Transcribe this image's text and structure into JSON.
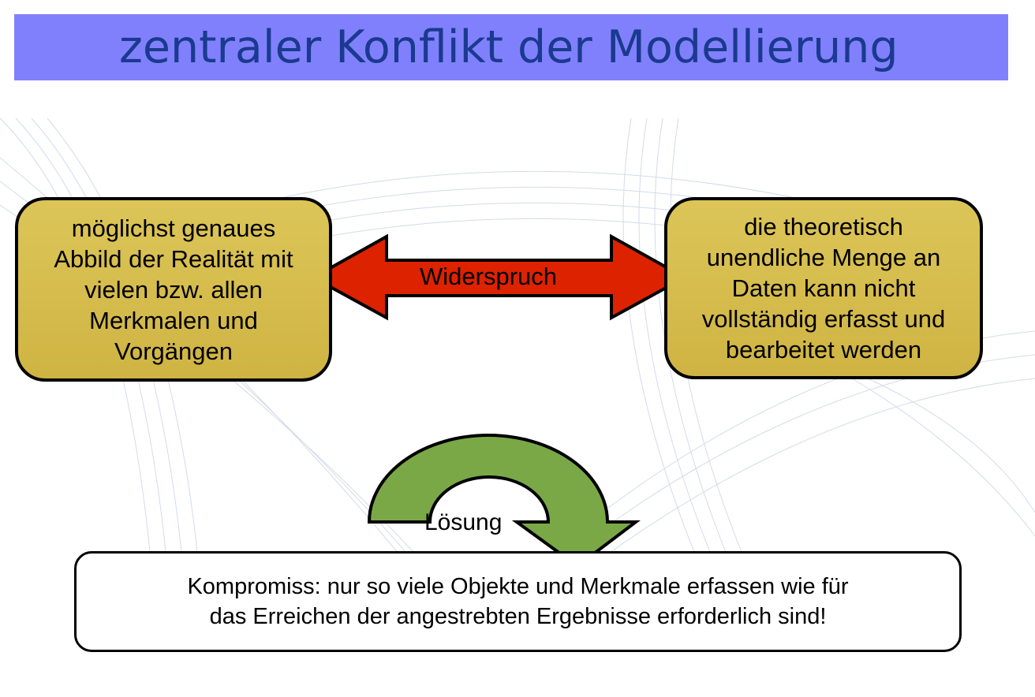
{
  "title": "zentraler Konflikt der Modellierung",
  "left_box": {
    "lines": [
      "möglichst genaues",
      "Abbild der Realität mit",
      "vielen bzw. allen",
      "Merkmalen und",
      "Vorgängen"
    ]
  },
  "right_box": {
    "lines": [
      "die theoretisch",
      "unendliche Menge an",
      "Daten kann nicht",
      "vollständig erfasst und",
      "bearbeitet werden"
    ]
  },
  "conflict_arrow": {
    "label": "Widerspruch",
    "color": "#dd2200"
  },
  "solution_arrow": {
    "label": "Lösung",
    "color": "#7aa847"
  },
  "bottom_box": {
    "lines": [
      "Kompromiss: nur so viele Objekte und Merkmale erfassen wie für",
      "das Erreichen der angestrebten Ergebnisse erforderlich sind!"
    ]
  },
  "colors": {
    "title_bar": "#8080fc",
    "title_text": "#1a3a8f",
    "box_fill": "#d6bd4e"
  }
}
